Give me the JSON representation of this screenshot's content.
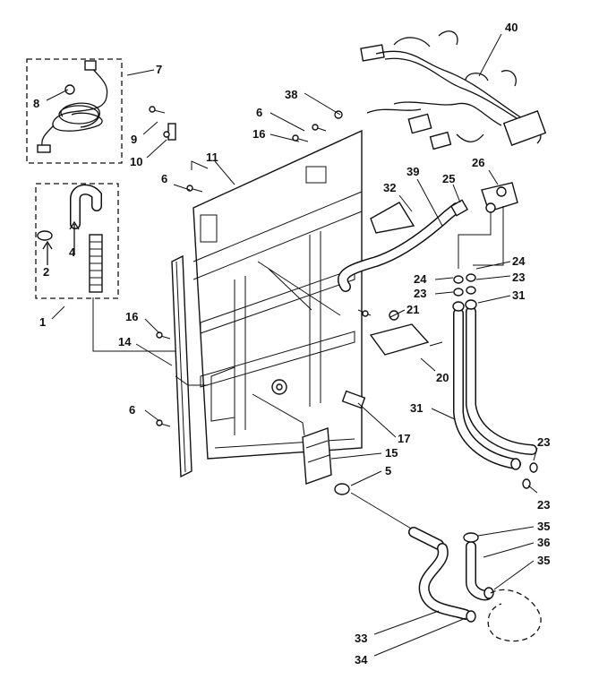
{
  "callouts": {
    "c1": "1",
    "c2": "2",
    "c4": "4",
    "c5": "5",
    "c6a": "6",
    "c6b": "6",
    "c6c": "6",
    "c7": "7",
    "c8": "8",
    "c9": "9",
    "c10": "10",
    "c11": "11",
    "c14": "14",
    "c15": "15",
    "c16a": "16",
    "c16b": "16",
    "c17": "17",
    "c20": "20",
    "c21": "21",
    "c23a": "23",
    "c23b": "23",
    "c23c": "23",
    "c23d": "23",
    "c24a": "24",
    "c24b": "24",
    "c25": "25",
    "c26": "26",
    "c31a": "31",
    "c31b": "31",
    "c32": "32",
    "c33": "33",
    "c34": "34",
    "c35a": "35",
    "c35b": "35",
    "c36": "36",
    "c38": "38",
    "c39": "39",
    "c40": "40"
  }
}
